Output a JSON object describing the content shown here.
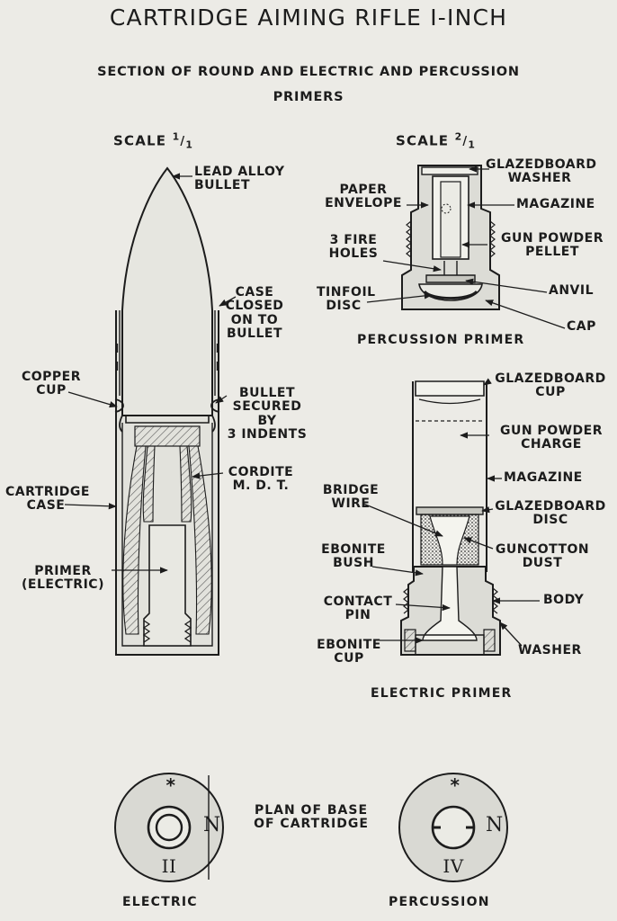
{
  "title": "CARTRIDGE AIMING RIFLE I-INCH",
  "subtitle": {
    "line1": "SECTION OF ROUND AND ELECTRIC AND PERCUSSION",
    "line2": "PRIMERS"
  },
  "round_section": {
    "scale_label": "SCALE",
    "scale_num": "1",
    "scale_den": "1",
    "labels": {
      "lead_alloy_bullet": [
        "LEAD ALLOY",
        "BULLET"
      ],
      "case_closed": [
        "CASE",
        "CLOSED",
        "ON TO",
        "BULLET"
      ],
      "copper_cup": [
        "COPPER",
        "CUP"
      ],
      "bullet_secured": [
        "BULLET",
        "SECURED",
        "BY",
        "3 INDENTS"
      ],
      "cordite": [
        "CORDITE",
        "M. D. T."
      ],
      "cartridge_case": [
        "CARTRIDGE",
        "CASE"
      ],
      "primer_electric": [
        "PRIMER",
        "(ELECTRIC)"
      ]
    }
  },
  "percussion_primer": {
    "scale_label": "SCALE",
    "scale_num": "2",
    "scale_den": "1",
    "caption": "PERCUSSION PRIMER",
    "labels": {
      "glazedboard_washer": [
        "GLAZEDBOARD",
        "WASHER"
      ],
      "paper_envelope": [
        "PAPER",
        "ENVELOPE"
      ],
      "magazine": "MAGAZINE",
      "fire_holes": [
        "3 FIRE",
        "HOLES"
      ],
      "gun_powder_pellet": [
        "GUN POWDER",
        "PELLET"
      ],
      "anvil": "ANVIL",
      "tinfoil_disc": [
        "TINFOIL",
        "DISC"
      ],
      "cap": "CAP"
    }
  },
  "electric_primer": {
    "caption": "ELECTRIC PRIMER",
    "labels": {
      "glazedboard_cup": [
        "GLAZEDBOARD",
        "CUP"
      ],
      "gun_powder_charge": [
        "GUN POWDER",
        "CHARGE"
      ],
      "magazine": "MAGAZINE",
      "bridge_wire": [
        "BRIDGE",
        "WIRE"
      ],
      "glazedboard_disc": [
        "GLAZEDBOARD",
        "DISC"
      ],
      "ebonite_bush": [
        "EBONITE",
        "BUSH"
      ],
      "guncotton_dust": [
        "GUNCOTTON",
        "DUST"
      ],
      "contact_pin": [
        "CONTACT",
        "PIN"
      ],
      "body": "BODY",
      "ebonite_cup": [
        "EBONITE",
        "CUP"
      ],
      "washer": "WASHER"
    }
  },
  "base_plan": {
    "caption": [
      "PLAN OF BASE",
      "OF CARTRIDGE"
    ],
    "electric": {
      "mark": "II",
      "letter": "N",
      "star": "*",
      "label": "ELECTRIC"
    },
    "percussion": {
      "mark": "IV",
      "letter": "N",
      "star": "*",
      "label": "PERCUSSION"
    }
  },
  "colors": {
    "paper": "#ecebe6",
    "ink": "#1c1c1c",
    "metal": "#dcdcd6",
    "shade": "#c7c7c0"
  }
}
